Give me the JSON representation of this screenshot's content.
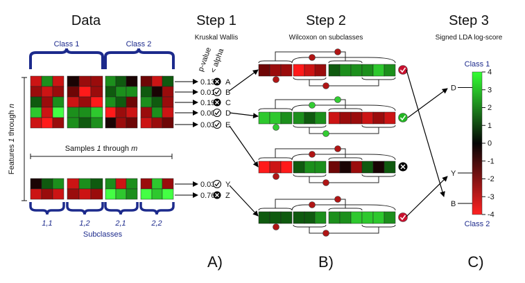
{
  "headers": {
    "data": "Data",
    "step1": "Step 1",
    "step2": "Step 2",
    "step3": "Step 3"
  },
  "subtitles": {
    "step1": "Kruskal Wallis",
    "step2": "Wilcoxon on subclasses",
    "step3": "Signed LDA log-score"
  },
  "data_panel": {
    "class1": "Class 1",
    "class2": "Class 2",
    "features_label_pre": "Features ",
    "features_label_num": "1",
    "features_label_mid": " through ",
    "features_label_var": "n",
    "samples_label_pre": "Samples ",
    "samples_label_num": "1",
    "samples_label_mid": " through ",
    "samples_label_var": "m",
    "subclasses": [
      "1,1",
      "1,2",
      "2,1",
      "2,2"
    ],
    "subclasses_label": "Subclasses"
  },
  "step1": {
    "pvalue_label": "p-value",
    "alpha_label": "< alpha",
    "rows": [
      {
        "p": "0.13",
        "pass": false,
        "feature": "A"
      },
      {
        "p": "0.01",
        "pass": true,
        "feature": "B"
      },
      {
        "p": "0.19",
        "pass": false,
        "feature": "C"
      },
      {
        "p": "0.00",
        "pass": true,
        "feature": "D"
      },
      {
        "p": "0.03",
        "pass": true,
        "feature": "E"
      },
      {
        "p": "0.03",
        "pass": true,
        "feature": "Y"
      },
      {
        "p": "0.76",
        "pass": false,
        "feature": "Z"
      }
    ]
  },
  "step3": {
    "class1": "Class 1",
    "class2": "Class 2",
    "ticks": [
      "4",
      "3",
      "2",
      "1",
      "0",
      "-1",
      "-2",
      "-3",
      "-4"
    ],
    "features": [
      "D",
      "Y",
      "B"
    ]
  },
  "panel_labels": [
    "A)",
    "B)",
    "C)"
  ],
  "colors": {
    "blue": "#1c2a8c",
    "dark_red": "#8b0000",
    "green": "#22b522",
    "red_badge": "#c8102e"
  }
}
